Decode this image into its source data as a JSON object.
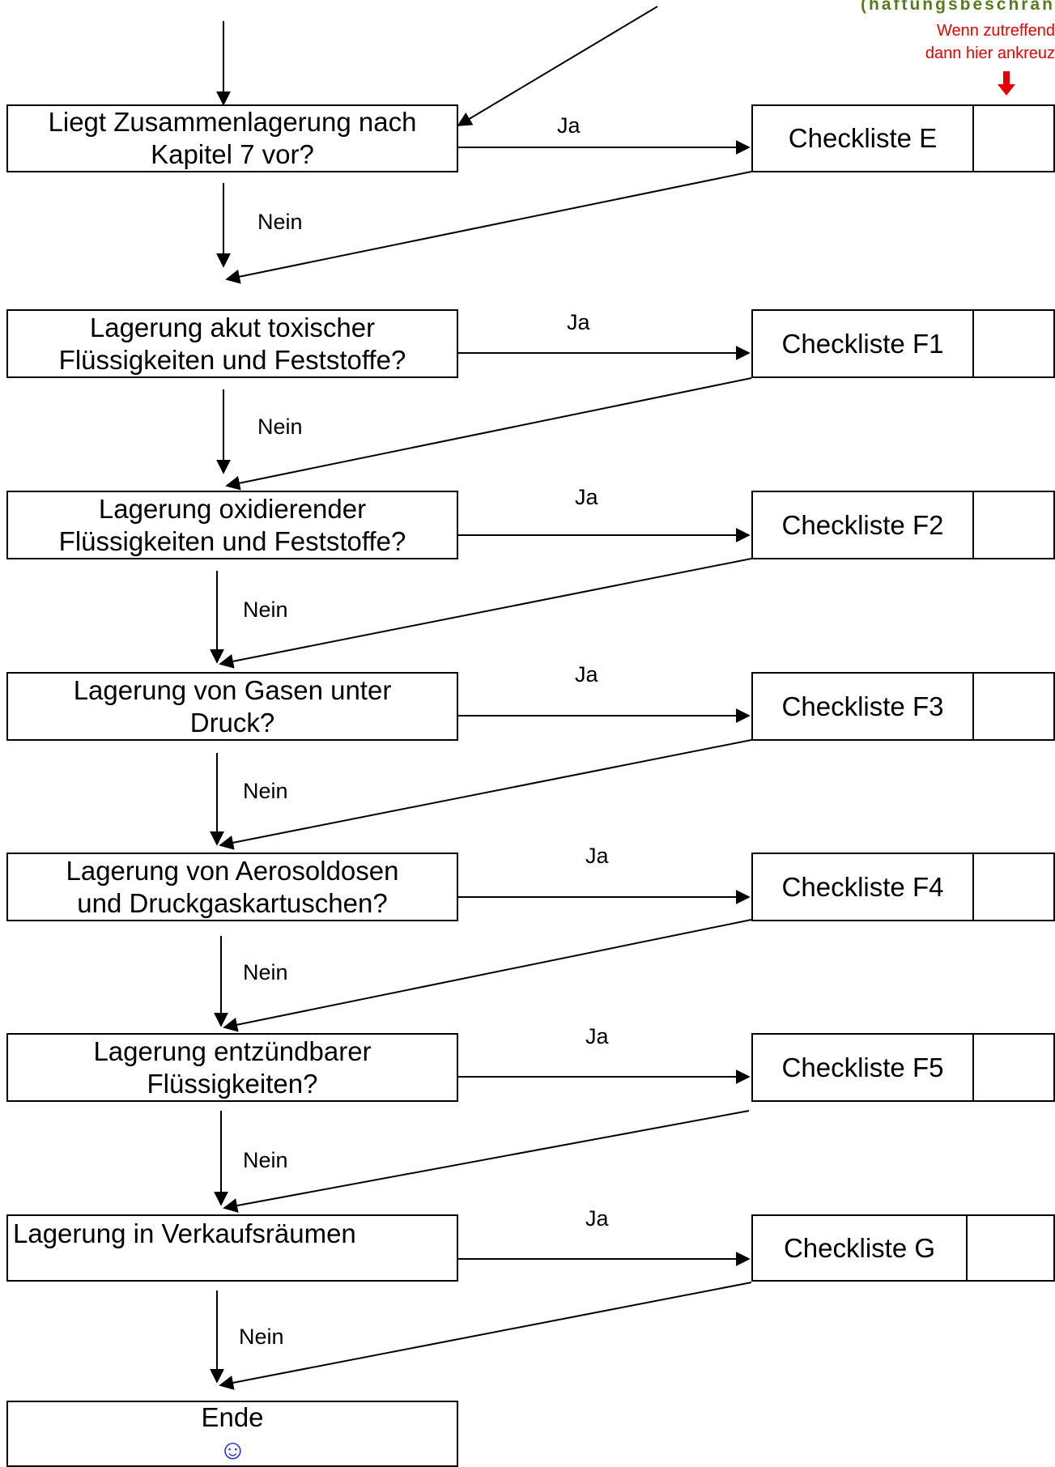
{
  "header": {
    "title": "(haftungsbeschrän",
    "note_line1": "Wenn zutreffend",
    "note_line2": "dann hier ankreuz",
    "note_color": "#e60000",
    "title_color": "#5a7a1e"
  },
  "edge_labels": {
    "yes": "Ja",
    "no": "Nein"
  },
  "questions": [
    {
      "text": "Liegt Zusammenlagerung nach\nKapitel 7 vor?"
    },
    {
      "text": "Lagerung akut toxischer\nFlüssigkeiten und Feststoffe?"
    },
    {
      "text": "Lagerung oxidierender\nFlüssigkeiten und Feststoffe?"
    },
    {
      "text": "Lagerung von Gasen unter\nDruck?"
    },
    {
      "text": "Lagerung von Aerosoldosen\nund Druckgaskartuschen?"
    },
    {
      "text": "Lagerung entzündbarer\nFlüssigkeiten?"
    },
    {
      "text": "Lagerung in Verkaufsräumen"
    }
  ],
  "checklists": [
    {
      "label": "Checkliste E"
    },
    {
      "label": "Checkliste F1"
    },
    {
      "label": "Checkliste F2"
    },
    {
      "label": "Checkliste F3"
    },
    {
      "label": "Checkliste F4"
    },
    {
      "label": "Checkliste F5"
    },
    {
      "label": "Checkliste G"
    }
  ],
  "end": {
    "text": "Ende",
    "icon": "smiley-icon",
    "icon_color": "#1a2bd6"
  }
}
